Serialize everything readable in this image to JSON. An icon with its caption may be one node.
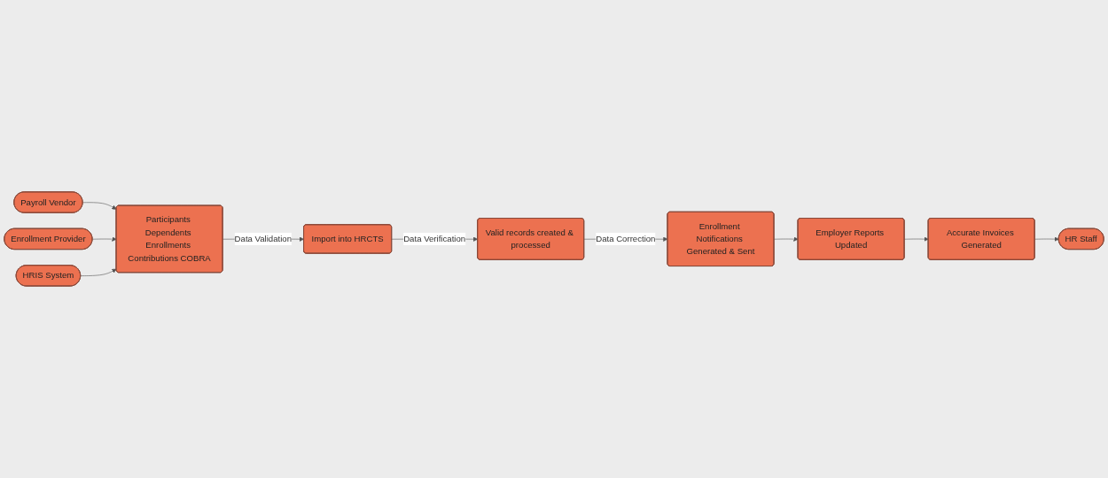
{
  "diagram": {
    "nodes": [
      {
        "text": [
          "Payroll Vendor"
        ]
      },
      {
        "text": [
          "Enrollment Provider"
        ]
      },
      {
        "text": [
          "HRIS System"
        ]
      },
      {
        "text": [
          "Participants Dependents Enrollments Contributions COBRA"
        ]
      },
      {
        "text": [
          "Import into HRCTS"
        ]
      },
      {
        "text": [
          "Valid records created & processed"
        ]
      },
      {
        "text": [
          "Enrollment Notifications Generated & Sent"
        ]
      },
      {
        "text": [
          "Employer Reports Updated"
        ]
      },
      {
        "text": [
          "Accurate Invoices Generated"
        ]
      },
      {
        "text": [
          "HR Staff"
        ]
      }
    ],
    "edges": [
      {
        "from": 0,
        "to": 3,
        "arrow": "to"
      },
      {
        "from": 1,
        "to": 3,
        "arrow": "to"
      },
      {
        "from": 2,
        "to": 3,
        "arrow": "to"
      },
      {
        "from": 3,
        "to": 4,
        "arrow": "to",
        "label": "Data Validation"
      },
      {
        "from": 4,
        "to": 5,
        "arrow": "to",
        "label": "Data Verification"
      },
      {
        "from": 5,
        "to": 6,
        "arrow": "to",
        "label": "Data Correction"
      },
      {
        "from": 6,
        "to": 7,
        "arrow": "to"
      },
      {
        "from": 7,
        "to": 8,
        "arrow": "to"
      },
      {
        "from": 8,
        "to": 9,
        "arrow": "to"
      }
    ]
  }
}
